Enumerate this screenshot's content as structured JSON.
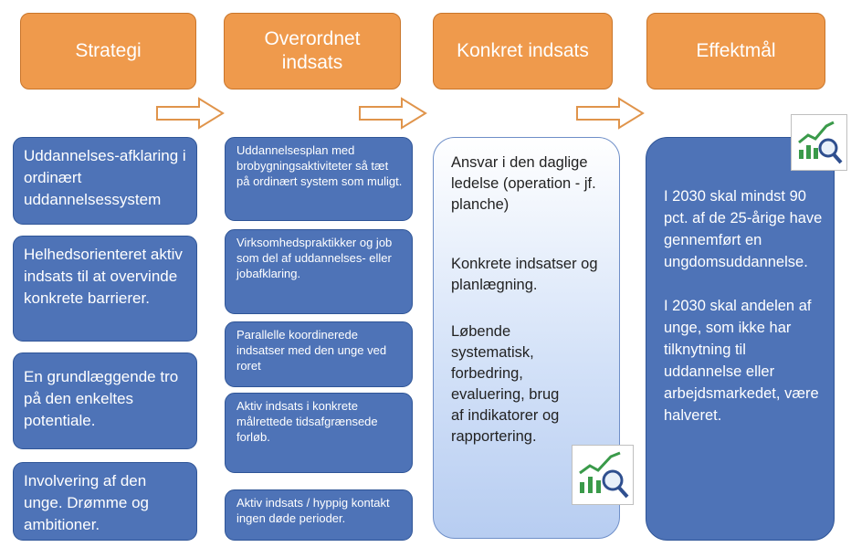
{
  "headers": [
    "Strategi",
    "Overordnet indsats",
    "Konkret indsats",
    "Effektmål"
  ],
  "strategy_boxes": [
    "Uddannelses-afklaring i ordinært uddannelsessystem",
    "Helhedsorienteret aktiv indsats til at overvinde konkrete barrierer.",
    "En grundlæggende tro på den enkeltes potentiale.",
    "Involvering af den unge. Drømme og ambitioner."
  ],
  "overall_boxes": [
    "Uddannelsesplan med brobygningsaktiviteter så tæt på ordinært system som muligt.",
    "Virksomhedspraktikker og job som del af uddannelses- eller jobafklaring.",
    "Parallelle koordinerede indsatser med den unge ved roret",
    "Aktiv indsats  i konkrete målrettede tidsafgrænsede forløb.",
    "Aktiv indsats  / hyppig kontakt ingen døde perioder."
  ],
  "concrete": {
    "p1": "Ansvar i den daglige ledelse (operation - jf. planche)",
    "p2": "Konkrete indsatser og planlægning.",
    "p3": "Løbende systematisk, forbedring, evaluering, brug af indikatorer og rapportering."
  },
  "effect": {
    "p1": "I 2030 skal mindst 90 pct. af de 25-årige have gennemført en ungdomsuddannelse.",
    "p2": "I 2030 skal andelen af unge, som ikke har tilknytning til uddannelse eller arbejdsmarkedet, være halveret."
  },
  "icons": [
    "chart-magnifier-icon",
    "chart-magnifier-icon"
  ],
  "colors": {
    "header": "#ef9a4c",
    "box": "#4e73b7",
    "light_box": "#d4e2f8"
  }
}
